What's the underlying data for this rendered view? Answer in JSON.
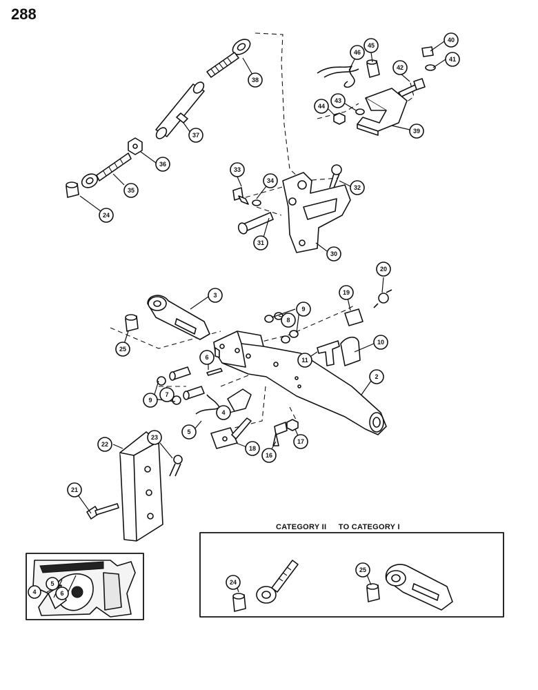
{
  "page_number": "288",
  "inset_caption": {
    "left": "CATEGORY II",
    "right": "TO CATEGORY I"
  },
  "callouts": {
    "c38": "38",
    "c37": "37",
    "c36": "36",
    "c35": "35",
    "c24a": "24",
    "c46": "46",
    "c45": "45",
    "c42": "42",
    "c40": "40",
    "c41": "41",
    "c43": "43",
    "c44": "44",
    "c39": "39",
    "c33": "33",
    "c34": "34",
    "c32": "32",
    "c31": "31",
    "c30": "30",
    "c3": "3",
    "c25a": "25",
    "c20": "20",
    "c19": "19",
    "c9a": "9",
    "c8": "8",
    "c10": "10",
    "c11": "11",
    "c6": "6",
    "c7": "7",
    "c9b": "9",
    "c2": "2",
    "c4": "4",
    "c5": "5",
    "c17": "17",
    "c16": "16",
    "c18": "18",
    "c22": "22",
    "c23": "23",
    "c21": "21",
    "c24b": "24",
    "c25b": "25",
    "d4": "4",
    "d5": "5",
    "d6": "6"
  }
}
